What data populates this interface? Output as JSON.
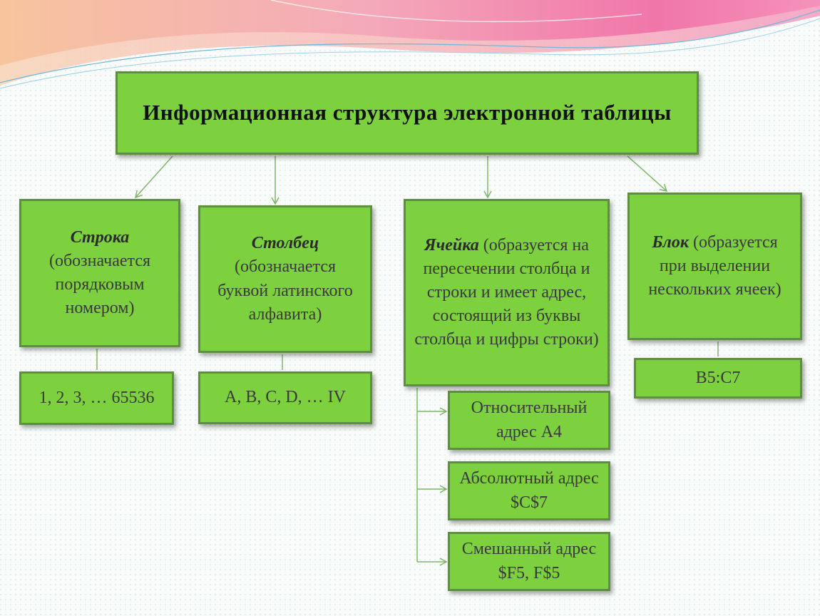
{
  "title": "Информационная структура электронной таблицы",
  "categories": {
    "row": {
      "name": "Строка",
      "desc": "(обозначается порядковым номером)"
    },
    "col": {
      "name": "Столбец",
      "desc": "(обозначается буквой латинского алфавита)"
    },
    "cell": {
      "name": "Ячейка",
      "desc": "(образуется на пересечении столбца и строки и имеет адрес, состоящий из буквы столбца и цифры строки)"
    },
    "block": {
      "name": "Блок",
      "desc": "(образуется при выделении нескольких ячеек)"
    }
  },
  "examples": {
    "row": "1, 2, 3, … 65536",
    "col": "A, B, C, D, … IV",
    "block": "B5:C7"
  },
  "addresses": {
    "relative": "Относительный адрес A4",
    "absolute": "Абсолютный адрес $C$7",
    "mixed": "Смешанный адрес $F5, F$5"
  },
  "colors": {
    "box_fill": "#7dd13f",
    "box_border": "#5e8e42",
    "connector": "#7fb56a",
    "banner_pink": "#f06fa6",
    "banner_peach": "#f7c29a"
  }
}
